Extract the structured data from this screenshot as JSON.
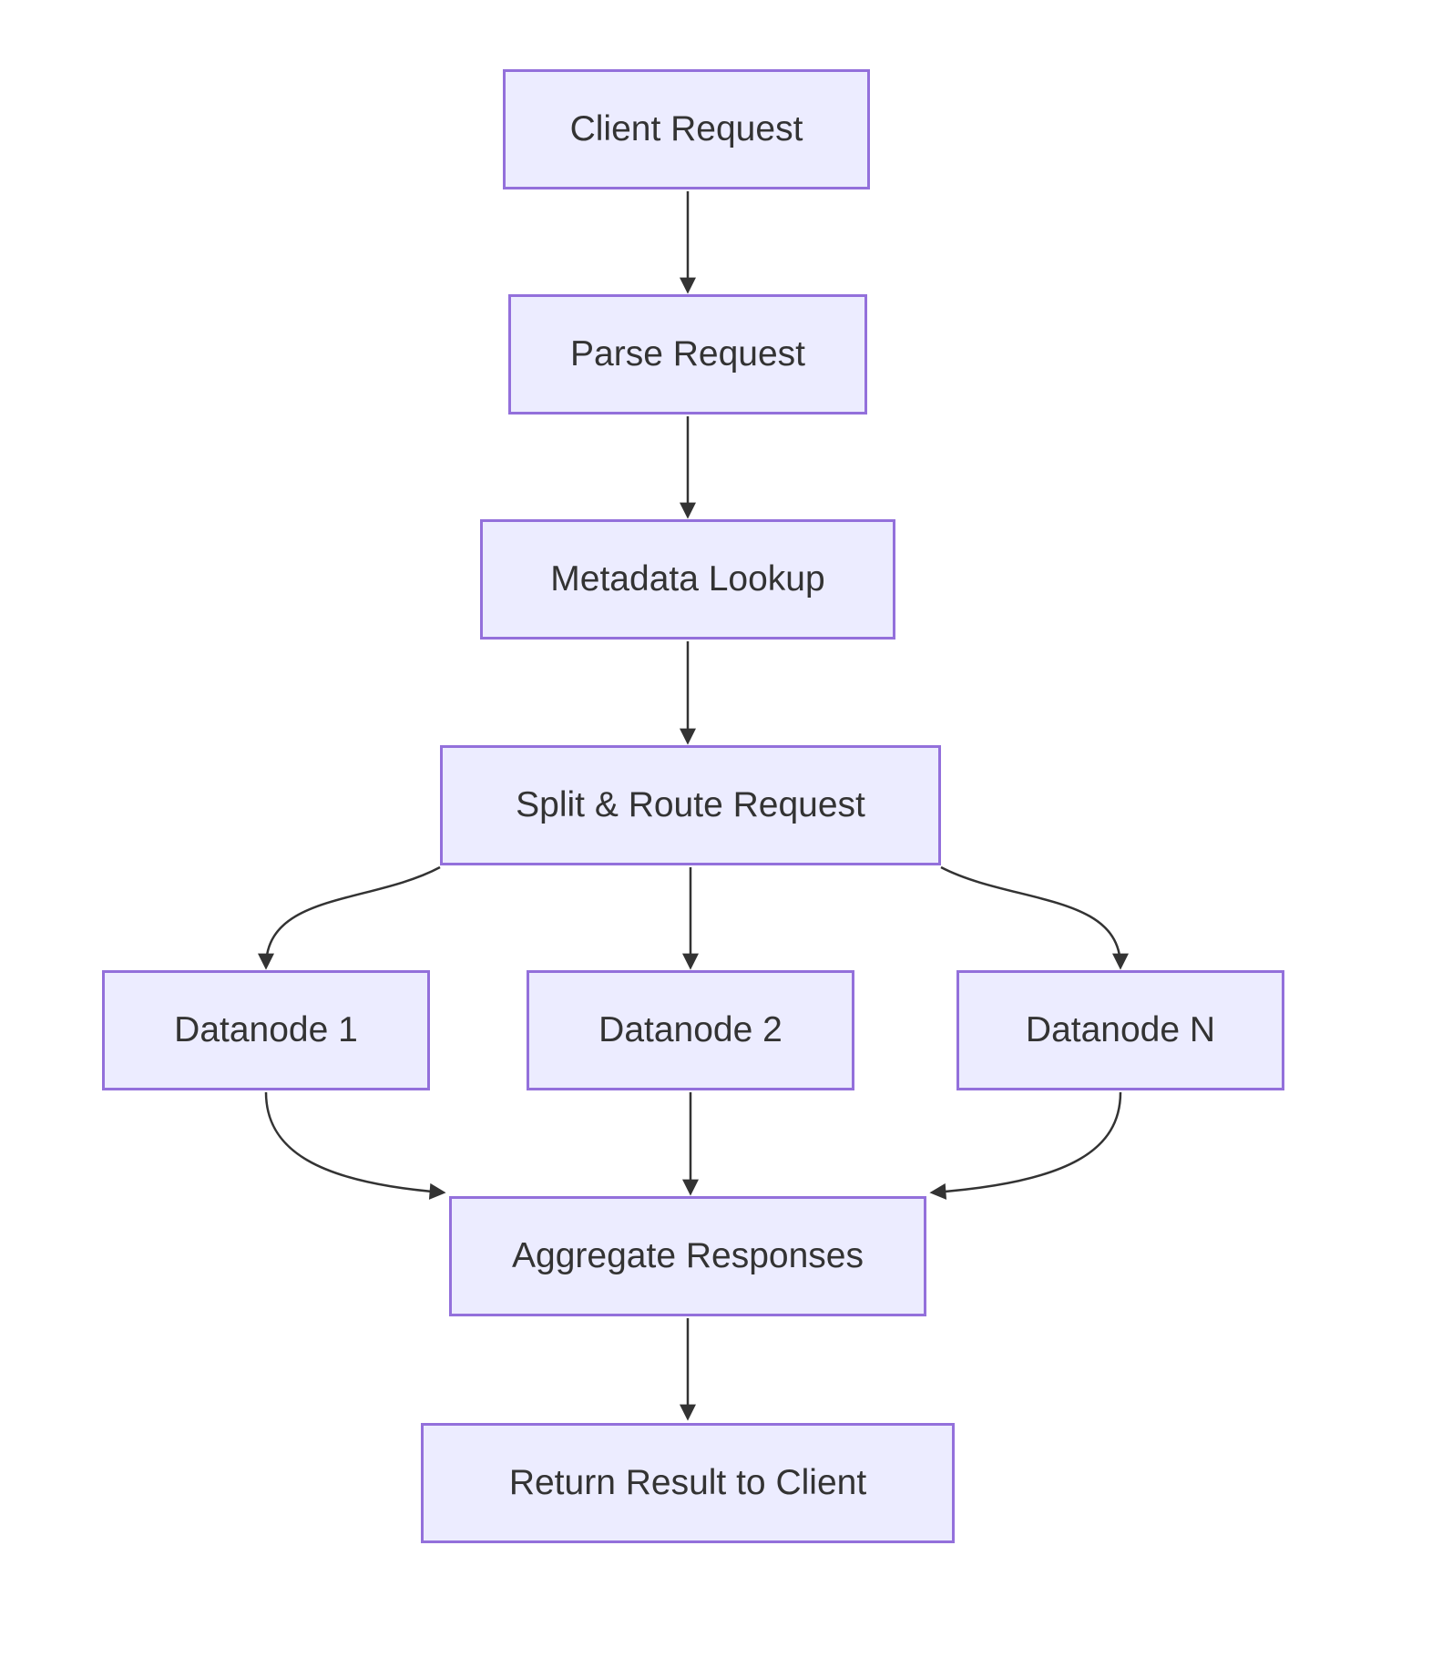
{
  "diagram": {
    "type": "flowchart",
    "direction": "top-down",
    "nodes": [
      {
        "id": "client",
        "label": "Client Request"
      },
      {
        "id": "parse",
        "label": "Parse Request"
      },
      {
        "id": "metadata",
        "label": "Metadata Lookup"
      },
      {
        "id": "split",
        "label": "Split & Route Request"
      },
      {
        "id": "datanode1",
        "label": "Datanode 1"
      },
      {
        "id": "datanode2",
        "label": "Datanode 2"
      },
      {
        "id": "datanodeN",
        "label": "Datanode N"
      },
      {
        "id": "aggregate",
        "label": "Aggregate Responses"
      },
      {
        "id": "return",
        "label": "Return Result to Client"
      }
    ],
    "edges": [
      {
        "from": "client",
        "to": "parse"
      },
      {
        "from": "parse",
        "to": "metadata"
      },
      {
        "from": "metadata",
        "to": "split"
      },
      {
        "from": "split",
        "to": "datanode1"
      },
      {
        "from": "split",
        "to": "datanode2"
      },
      {
        "from": "split",
        "to": "datanodeN"
      },
      {
        "from": "datanode1",
        "to": "aggregate"
      },
      {
        "from": "datanode2",
        "to": "aggregate"
      },
      {
        "from": "datanodeN",
        "to": "aggregate"
      },
      {
        "from": "aggregate",
        "to": "return"
      }
    ],
    "colors": {
      "node_fill": "#ECECFF",
      "node_border": "#9370DB",
      "node_text": "#333333",
      "edge": "#333333",
      "background": "#FFFFFF"
    }
  }
}
